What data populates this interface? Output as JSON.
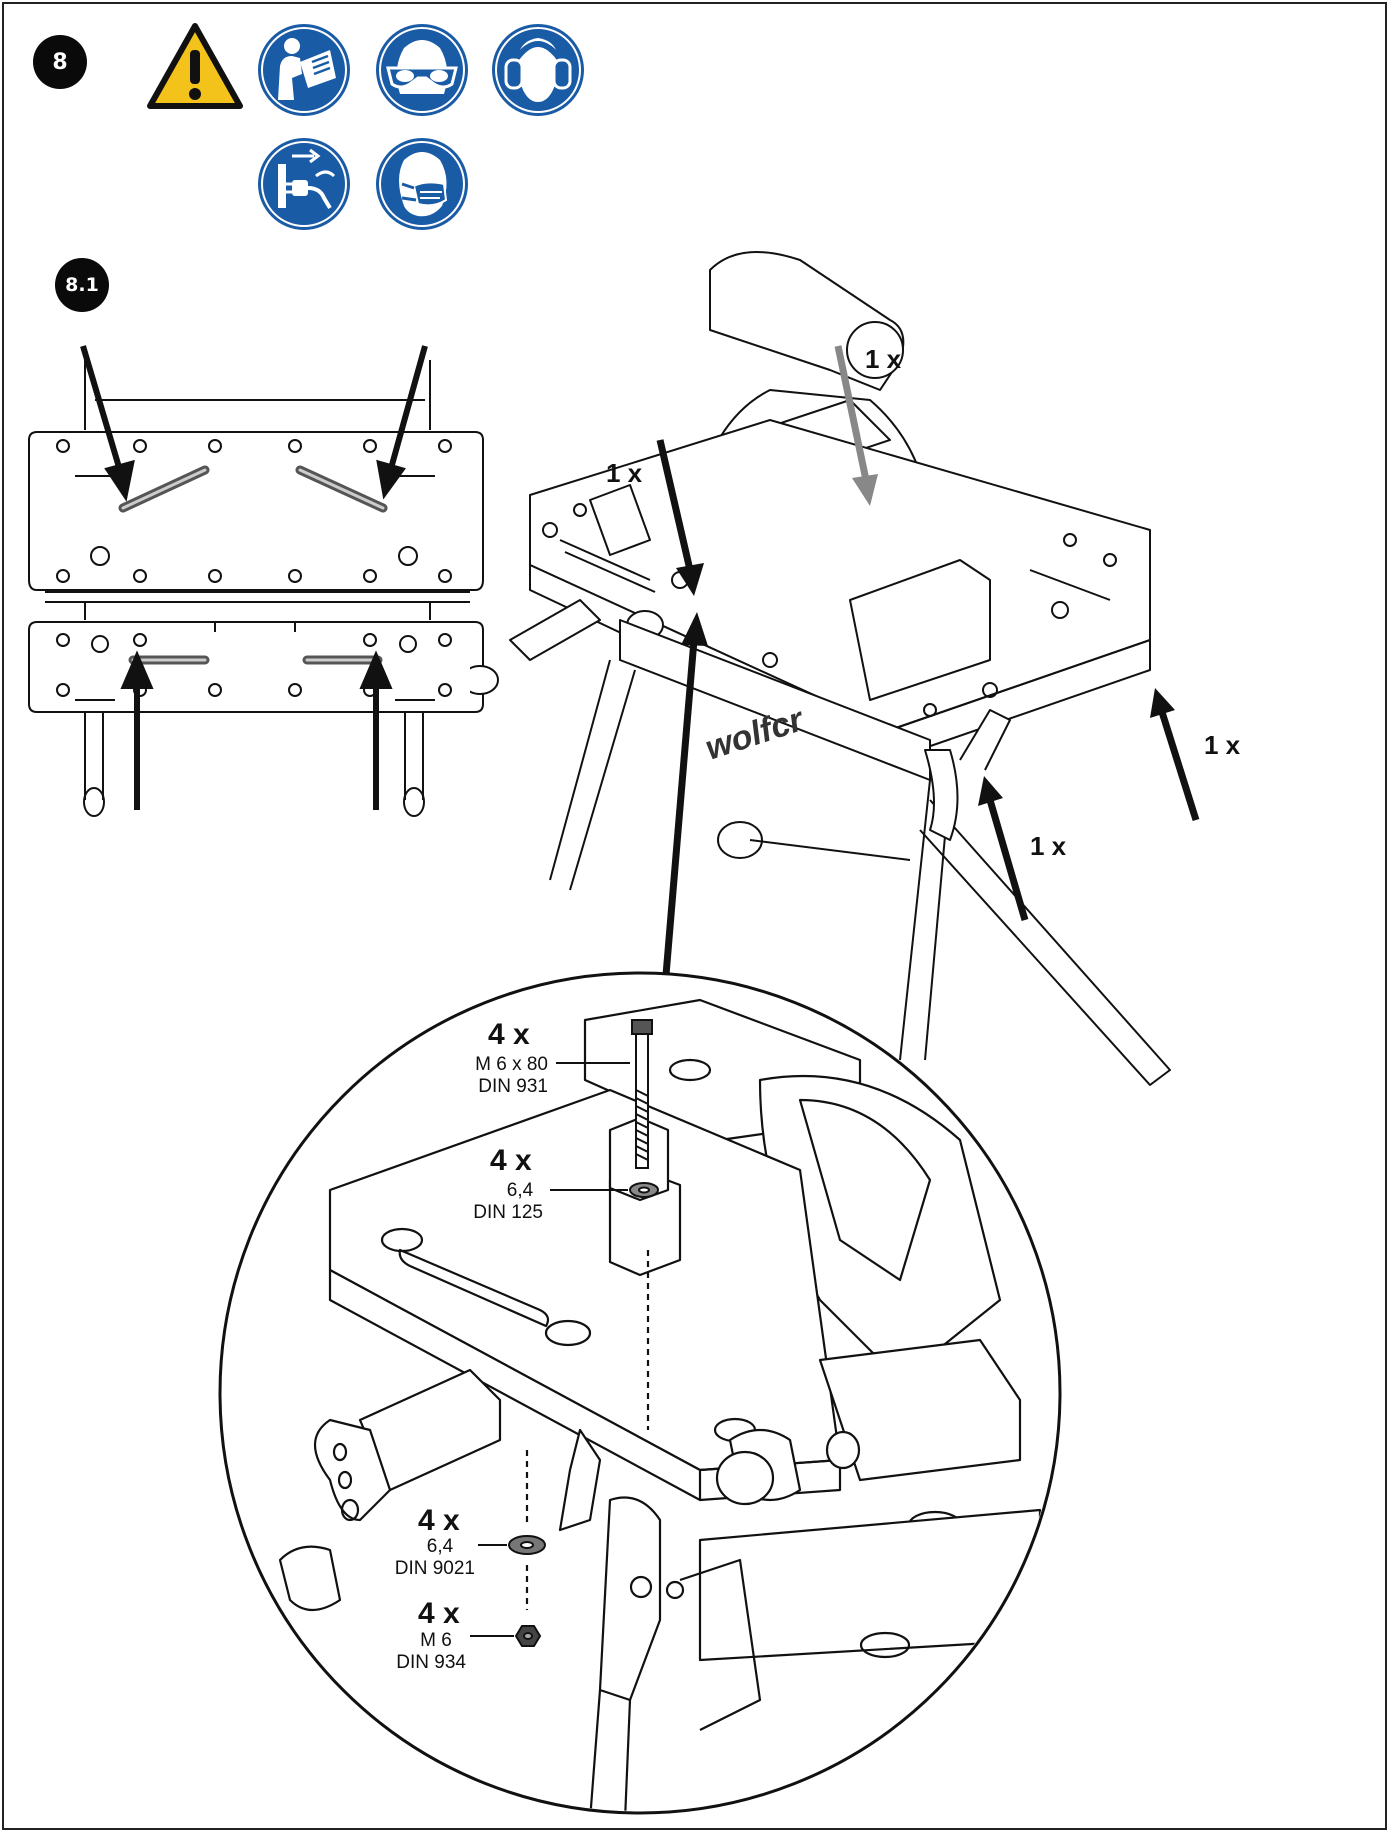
{
  "step_number": "8",
  "substep_number": "8.1",
  "safety_icons": [
    "warning-icon",
    "read-manual-icon",
    "eye-protection-icon",
    "ear-protection-icon",
    "unplug-before-work-icon",
    "dust-mask-icon"
  ],
  "colors": {
    "safety_blue": "#1a5ba6",
    "warning_yellow": "#f3c21b",
    "black": "#111111"
  },
  "callouts": {
    "count_top": "1 x",
    "count_left": "1 x",
    "count_right": "1 x",
    "count_front": "1 x"
  },
  "parts": [
    {
      "qty": "4 x",
      "line1": "M 6 x 80",
      "line2": "DIN 931"
    },
    {
      "qty": "4 x",
      "line1": "6,4",
      "line2": "DIN 125"
    },
    {
      "qty": "4 x",
      "line1": "6,4",
      "line2": "DIN 9021"
    },
    {
      "qty": "4 x",
      "line1": "M 6",
      "line2": "DIN 934"
    }
  ],
  "brand": "wolfcr"
}
